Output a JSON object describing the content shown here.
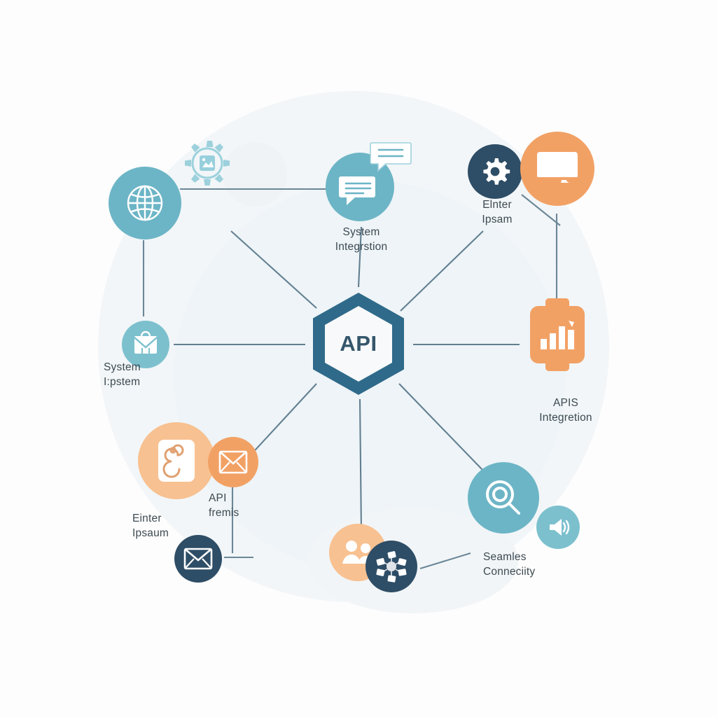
{
  "diagram": {
    "title_text": "API",
    "background": {
      "canvas_color": "#fdfdfd",
      "disc_outer_color": "#f2f6f8",
      "disc_inner_color": "#eef4f7"
    },
    "palette": {
      "navy": "#2f6a8a",
      "hub_fill": "#2f6a8a",
      "hub_inner": "#f7f9fa",
      "hub_text": "#34566b",
      "teal": "#6cb5c6",
      "teal_light": "#7cc0ce",
      "orange": "#f2a165",
      "orange_light": "#f8c191",
      "dark_navy": "#2e4d66",
      "line": "#4a6b80",
      "label_text": "#3d4a52"
    },
    "hub": {
      "label": "API",
      "shape": "hexagon"
    },
    "nodes": [
      {
        "id": "globe",
        "icon": "globe-icon",
        "label": "",
        "color": "#6cb5c6",
        "shape": "circle"
      },
      {
        "id": "settings-gear-faded",
        "icon": "gear-settings-icon",
        "label": "",
        "color": "#9fd2dc",
        "shape": "circle-outline"
      },
      {
        "id": "chat",
        "icon": "chat-bubbles-icon",
        "label": "System Integrstion",
        "color": "#6cb5c6",
        "shape": "circle"
      },
      {
        "id": "gear-dark",
        "icon": "gear-icon",
        "label": "Elnter Ipsam",
        "color": "#2e4d66",
        "shape": "circle"
      },
      {
        "id": "presentation",
        "icon": "presentation-board-icon",
        "label": "",
        "color": "#f2a165",
        "shape": "circle"
      },
      {
        "id": "analytics",
        "icon": "bar-chart-card-icon",
        "label": "APIS Integretion",
        "color": "#f2a165",
        "shape": "rounded-square"
      },
      {
        "id": "search",
        "icon": "magnifier-icon",
        "label": "Seamles\nConneciity",
        "color": "#6cb5c6",
        "shape": "circle"
      },
      {
        "id": "megaphone",
        "icon": "speaker-megaphone-icon",
        "label": "",
        "color": "#7cc0ce",
        "shape": "circle"
      },
      {
        "id": "network-share",
        "icon": "network-share-icon",
        "label": "",
        "color": "#2e4d66",
        "shape": "circle"
      },
      {
        "id": "users",
        "icon": "users-group-icon",
        "label": "",
        "color": "#f8c191",
        "shape": "circle"
      },
      {
        "id": "envelope-navy",
        "icon": "envelope-icon",
        "label": "",
        "color": "#2e4d66",
        "shape": "circle"
      },
      {
        "id": "document-swirl",
        "icon": "document-swirl-icon",
        "label": "Einter Ipsaum",
        "color": "#f8c191",
        "shape": "circle"
      },
      {
        "id": "envelope-orange",
        "icon": "envelope-icon",
        "label": "API fremis",
        "color": "#f2a165",
        "shape": "circle"
      },
      {
        "id": "briefcase",
        "icon": "briefcase-mail-icon",
        "label": "System I:pstem",
        "color": "#7cc0ce",
        "shape": "circle"
      }
    ],
    "labels": {
      "system_integration": "System Integrstion",
      "enter_ipsam": "Elnter Ipsam",
      "apis_integration": "APIS Integretion",
      "seamless_line1": "Seamles",
      "seamless_line2": "Conneciity",
      "api_fremis": "API fremis",
      "einter_ipsaum": "Einter Ipsaum",
      "system_ipstem": "System I:pstem"
    },
    "connector_count": 8
  }
}
